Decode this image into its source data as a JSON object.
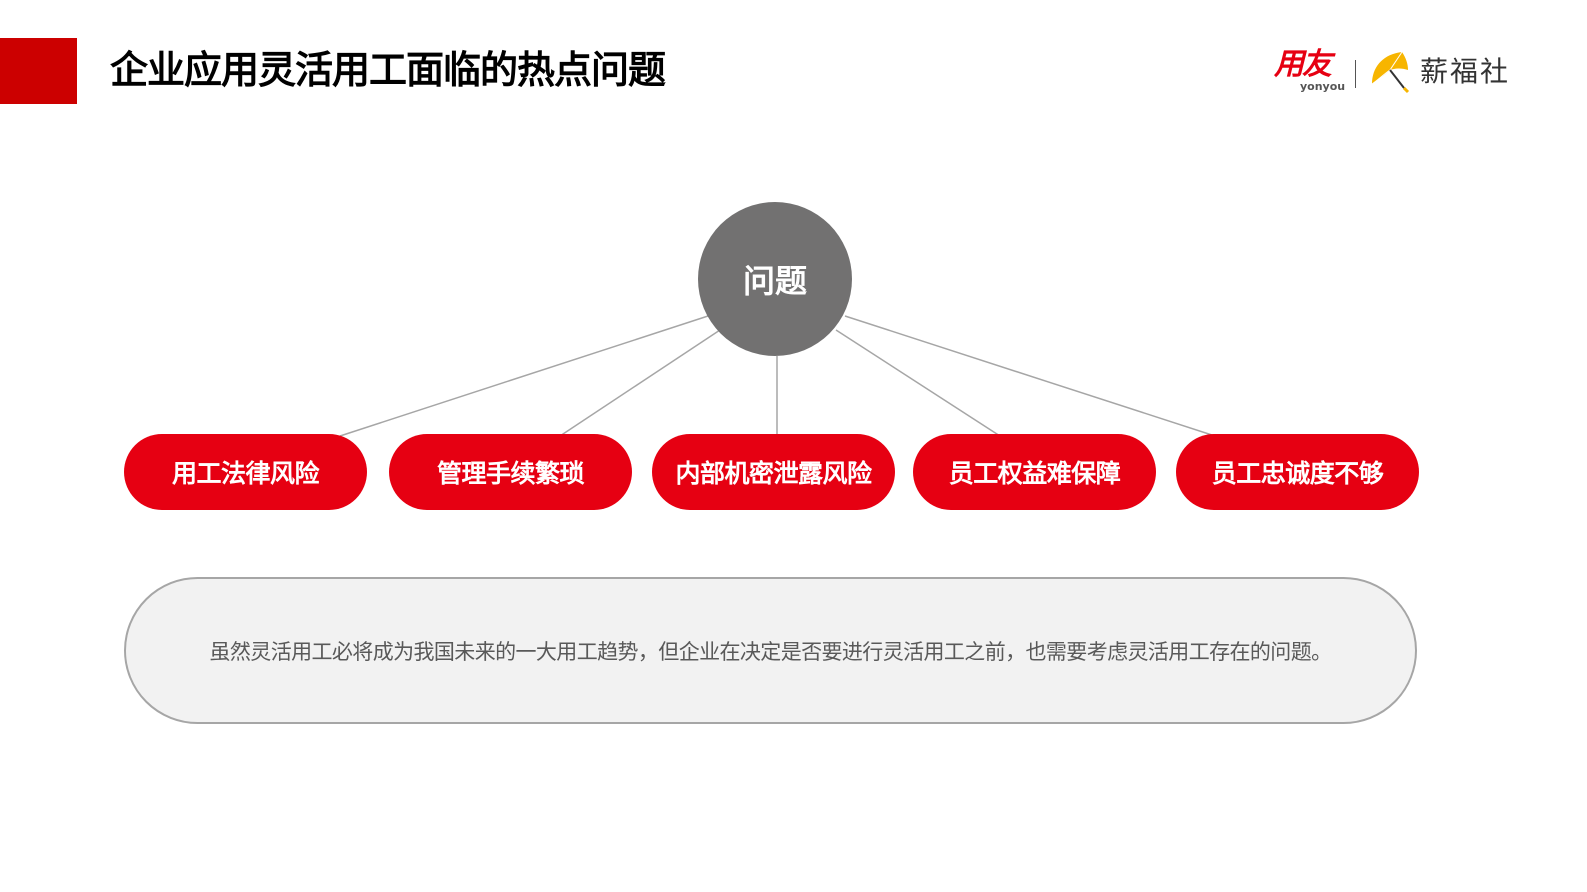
{
  "header": {
    "title": "企业应用灵活用工面临的热点问题",
    "accent_color": "#cc0000"
  },
  "logo": {
    "yonyou_cn": "用友",
    "yonyou_en": "yonyou",
    "xinfushe": "薪福社",
    "brand_red": "#e60012",
    "umbrella_color": "#f7b500"
  },
  "diagram": {
    "hub_label": "问题",
    "hub_color": "#727171",
    "node_color": "#e60012",
    "connector_color": "#a6a6a6",
    "nodes": [
      {
        "label": "用工法律风险"
      },
      {
        "label": "管理手续繁琐"
      },
      {
        "label": "内部机密泄露风险"
      },
      {
        "label": "员工权益难保障"
      },
      {
        "label": "员工忠诚度不够"
      }
    ]
  },
  "summary": {
    "text": "虽然灵活用工必将成为我国未来的一大用工趋势，但企业在决定是否要进行灵活用工之前，也需要考虑灵活用工存在的问题。"
  }
}
